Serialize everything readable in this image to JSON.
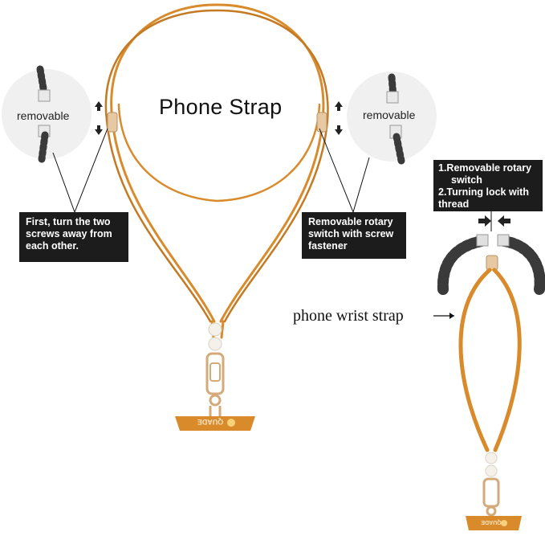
{
  "title": "Phone Strap",
  "left_circle": {
    "label": "removable"
  },
  "right_circle": {
    "label": "removable"
  },
  "left_callout": {
    "line1": "First, turn the two",
    "line2": "screws away from",
    "line3": "each other."
  },
  "mid_callout": {
    "line1": "Removable rotary",
    "line2": "switch with screw",
    "line3": "fastener"
  },
  "right_callout": {
    "line1": "1.Removable rotary",
    "line2": "switch",
    "line3": "2.Turning lock with",
    "line4": "thread"
  },
  "wrist_label": "phone wrist strap",
  "brand": "QUADE",
  "colors": {
    "strap": "#d98a2b",
    "strap_dark": "#b8701e",
    "gold": "#d9b48a",
    "callout_bg": "#1c1c1c",
    "cord": "#3a3a3a"
  }
}
